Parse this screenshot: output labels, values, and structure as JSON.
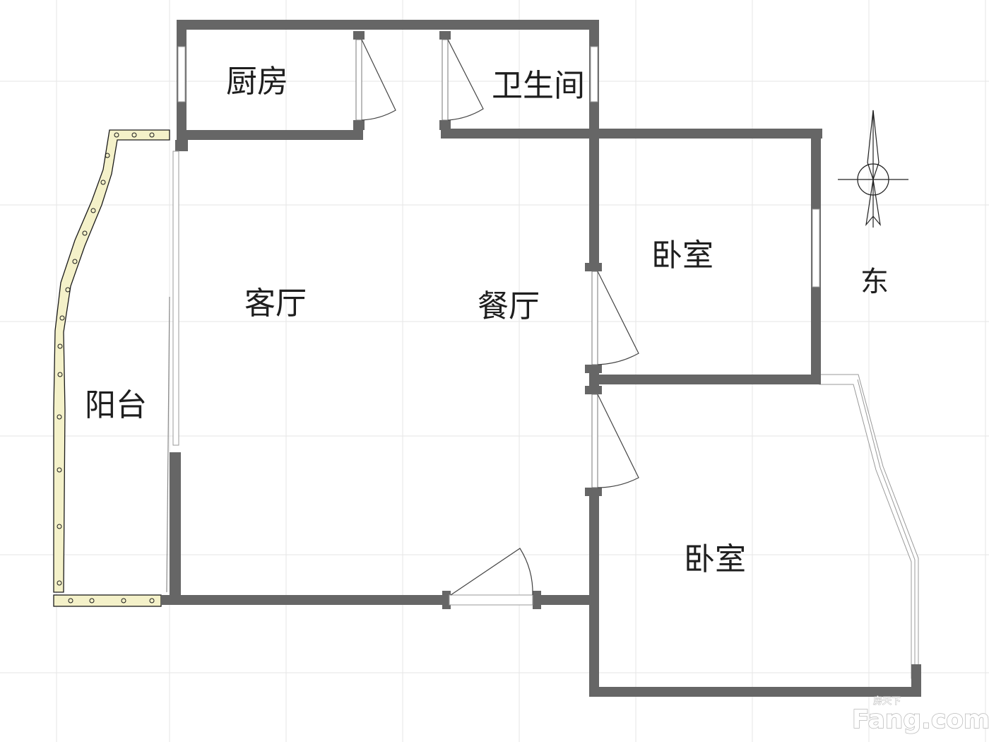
{
  "floor_plan": {
    "rooms": {
      "kitchen": "厨房",
      "bathroom": "卫生间",
      "bedroom_north": "卧室",
      "living_room": "客厅",
      "dining_room": "餐厅",
      "balcony": "阳台",
      "bedroom_south": "卧室"
    },
    "compass": {
      "label": "东"
    },
    "watermark": {
      "brand": "Fang.com",
      "small_text": "房天下"
    },
    "colors": {
      "wall": "#666666",
      "grid": "#e6e6e6",
      "balcony": "#f4f1c9"
    }
  }
}
